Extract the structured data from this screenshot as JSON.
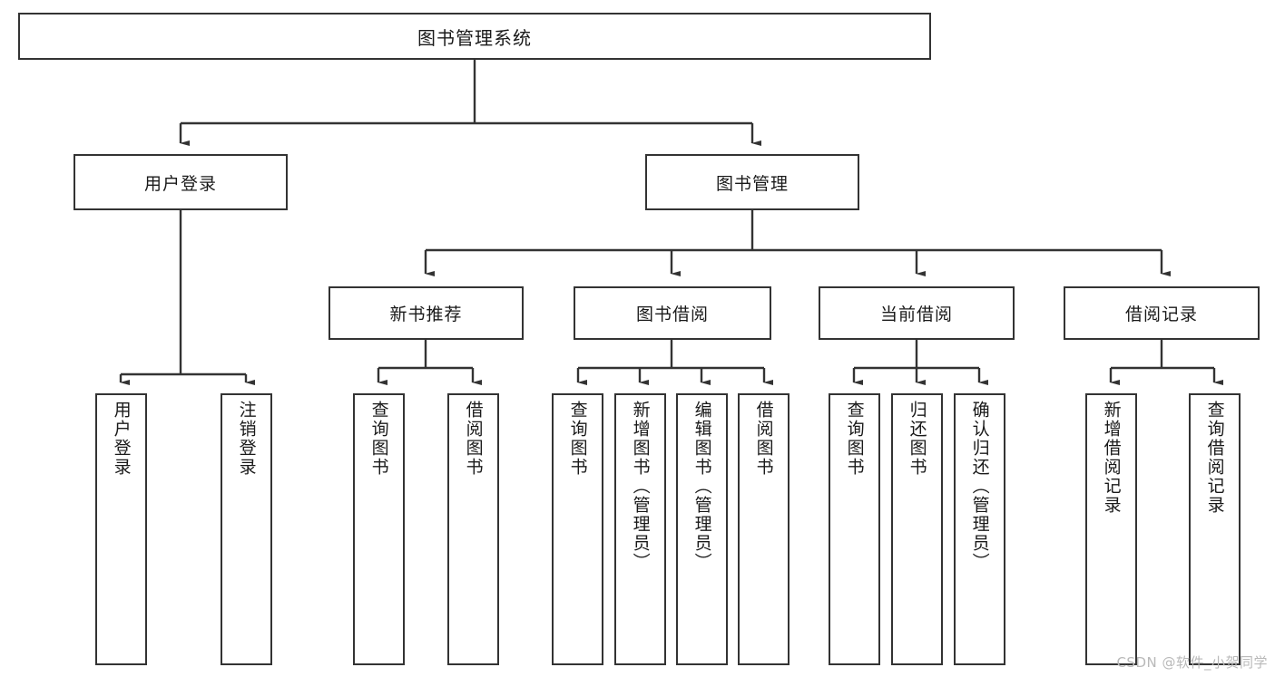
{
  "diagram": {
    "title": "图书管理系统",
    "type": "tree-hierarchy-diagram",
    "root": {
      "label": "图书管理系统"
    },
    "level2": [
      {
        "label": "用户登录"
      },
      {
        "label": "图书管理"
      }
    ],
    "level3": [
      {
        "label": "新书推荐"
      },
      {
        "label": "图书借阅"
      },
      {
        "label": "当前借阅"
      },
      {
        "label": "借阅记录"
      }
    ],
    "leaves": {
      "user_login": [
        {
          "label": "用户登录"
        },
        {
          "label": "注销登录"
        }
      ],
      "new_book_recommend": [
        {
          "label": "查询图书"
        },
        {
          "label": "借阅图书"
        }
      ],
      "book_borrow": [
        {
          "label": "查询图书"
        },
        {
          "label": "新增图书（管理员）"
        },
        {
          "label": "编辑图书（管理员）"
        },
        {
          "label": "借阅图书"
        }
      ],
      "current_borrow": [
        {
          "label": "查询图书"
        },
        {
          "label": "归还图书"
        },
        {
          "label": "确认归还（管理员）"
        }
      ],
      "borrow_record": [
        {
          "label": "新增借阅记录"
        },
        {
          "label": "查询借阅记录"
        }
      ]
    }
  },
  "watermark": {
    "text": "CSDN @软件_小贺同学"
  },
  "colors": {
    "border": "#333333",
    "text": "#1a1a1a",
    "background": "#ffffff",
    "watermark": "#b9b9b9"
  }
}
